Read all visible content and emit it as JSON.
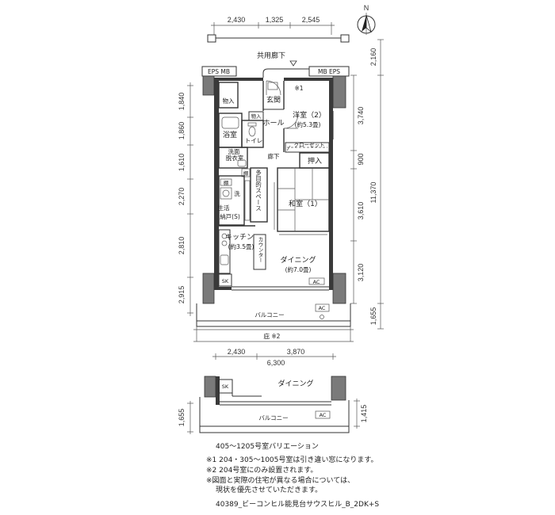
{
  "north": "N",
  "dimensions": {
    "top": [
      "2,430",
      "1,325",
      "2,545"
    ],
    "right_inner": [
      "3,740",
      "900",
      "3,610",
      "3,120"
    ],
    "right_outer": [
      "2,160",
      "11,370",
      "1,655"
    ],
    "left": [
      "1,840",
      "1,860",
      "1,610",
      "2,270",
      "2,810",
      "2,915"
    ],
    "bottom": [
      "2,430",
      "3,870"
    ],
    "bottom_total": "6,300"
  },
  "labels": {
    "corridor": "共用廊下",
    "eps_mb_left": "EPS  MB",
    "mb_eps_right": "MB  EPS",
    "note1_mark": "※1",
    "storage_1": "物入",
    "entrance": "玄関",
    "storage_2": "物入",
    "hall": "ホール",
    "western_room_2": "洋室（2）",
    "western_room_2_size": "(約5.3畳)",
    "bathroom": "浴室",
    "toilet": "トイレ",
    "closet": "クローゼット",
    "washroom_line1": "洗面",
    "washroom_line2": "脱衣室",
    "hallway": "廊下",
    "oshiire": "押入",
    "shelf_1": "棚",
    "shelf_2": "棚",
    "multipurpose": "多目的スペース",
    "washer": "洗",
    "service_room_line1": "生活",
    "service_room_line2": "納戸(S)",
    "japanese_room_1": "和室（1）",
    "kitchen": "キッチン",
    "kitchen_size": "(約3.5畳)",
    "counter": "カウンター",
    "dining": "ダイニング",
    "dining_size": "(約7.0畳)",
    "ac_indoor": "AC",
    "sk": "SK",
    "balcony": "バルコニー",
    "ac_outdoor": "AC",
    "eave": "庇 ※2"
  },
  "variation": {
    "sk": "SK",
    "dining": "ダイニング",
    "balcony": "バルコニー",
    "ac": "AC",
    "left_dimension": "1,655",
    "right_dimension": "1,415"
  },
  "notes": {
    "variation_title": "405〜1205号室バリエーション",
    "note1": "※1 204・305〜1005号室は引き違い窓になります。",
    "note2": "※2 204号室にのみ設置されます。",
    "note3_line1": "※図面と実際の住宅が異なる場合については、",
    "note3_line2": "現状を優先させていただきます。",
    "footer": "40389_ビーコンヒル能見台サウスヒル_B_2DK+S"
  }
}
